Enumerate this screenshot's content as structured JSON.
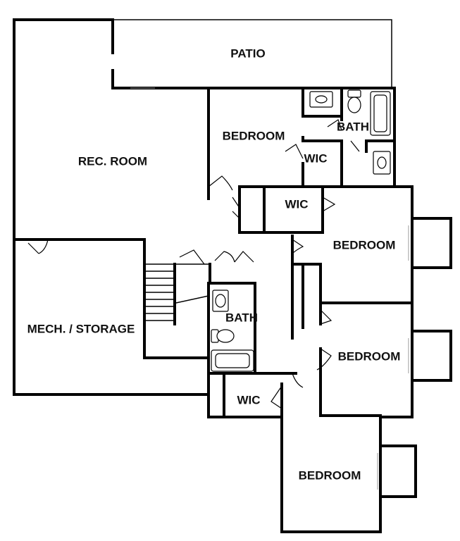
{
  "rooms": {
    "patio": "PATIO",
    "rec_room": "REC. ROOM",
    "bedroom_top": "BEDROOM",
    "bath_top": "BATH",
    "wic_top": "WIC",
    "wic_middle": "WIC",
    "bedroom_right_1": "BEDROOM",
    "mech_storage": "MECH. / STORAGE",
    "bath_middle": "BATH",
    "bedroom_right_2": "BEDROOM",
    "wic_bottom": "WIC",
    "bedroom_bottom": "BEDROOM"
  }
}
